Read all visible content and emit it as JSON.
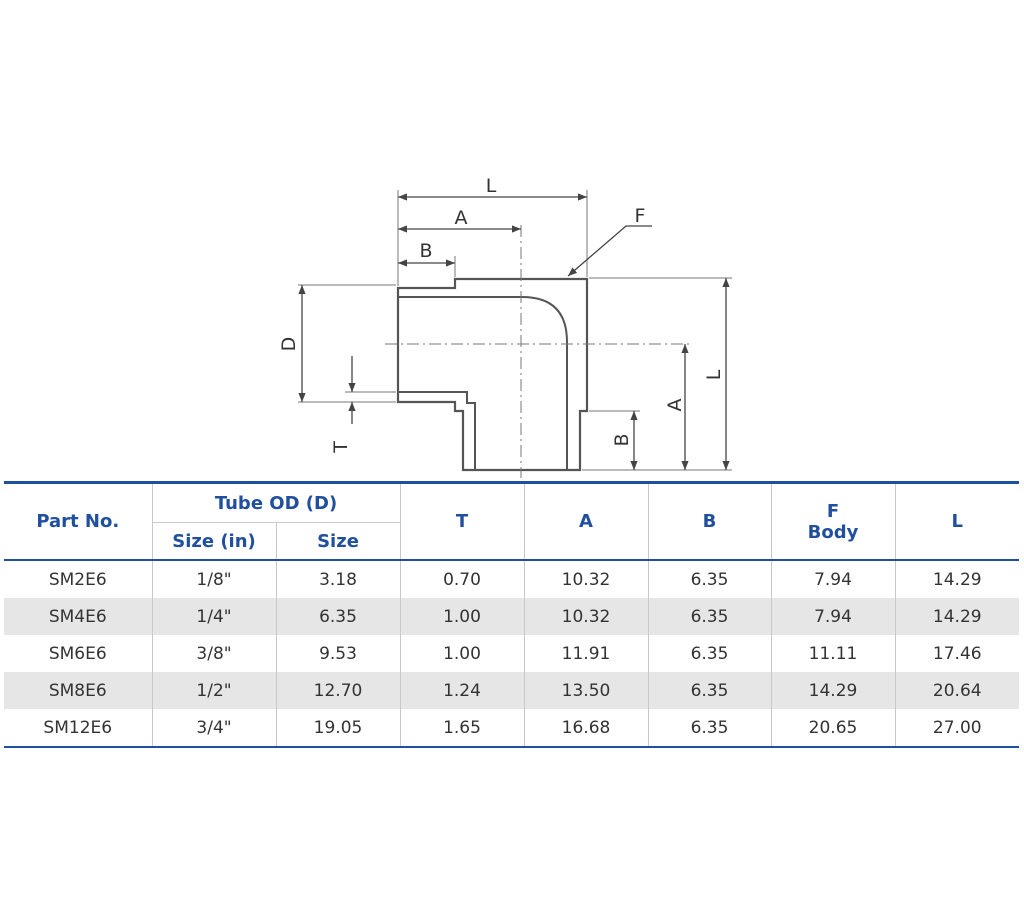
{
  "drawing": {
    "labels": {
      "L_top": "L",
      "A_top": "A",
      "B_top": "B",
      "F": "F",
      "D": "D",
      "T": "T",
      "A_right": "A",
      "B_right": "B",
      "L_right": "L"
    }
  },
  "table": {
    "header": {
      "part_no": "Part No.",
      "tube_od": "Tube OD (D)",
      "size_in": "Size (in)",
      "size": "Size",
      "t": "T",
      "a": "A",
      "b": "B",
      "f": "F",
      "body": "Body",
      "l": "L"
    },
    "rows": [
      {
        "part": "SM2E6",
        "size_in": "1/8\"",
        "size": "3.18",
        "t": "0.70",
        "a": "10.32",
        "b": "6.35",
        "f": "7.94",
        "l": "14.29"
      },
      {
        "part": "SM4E6",
        "size_in": "1/4\"",
        "size": "6.35",
        "t": "1.00",
        "a": "10.32",
        "b": "6.35",
        "f": "7.94",
        "l": "14.29"
      },
      {
        "part": "SM6E6",
        "size_in": "3/8\"",
        "size": "9.53",
        "t": "1.00",
        "a": "11.91",
        "b": "6.35",
        "f": "11.11",
        "l": "17.46"
      },
      {
        "part": "SM8E6",
        "size_in": "1/2\"",
        "size": "12.70",
        "t": "1.24",
        "a": "13.50",
        "b": "6.35",
        "f": "14.29",
        "l": "20.64"
      },
      {
        "part": "SM12E6",
        "size_in": "3/4\"",
        "size": "19.05",
        "t": "1.65",
        "a": "16.68",
        "b": "6.35",
        "f": "20.65",
        "l": "27.00"
      }
    ]
  }
}
